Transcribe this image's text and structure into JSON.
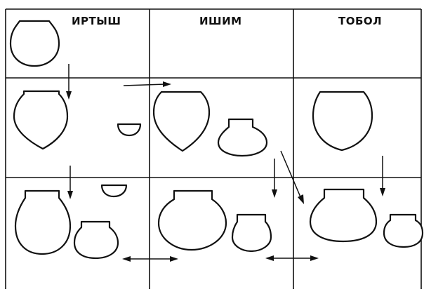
{
  "diagram": {
    "columns": [
      {
        "label": "ИРТЫШ"
      },
      {
        "label": "ИШИМ"
      },
      {
        "label": "ТОБОЛ"
      }
    ],
    "rows": 3,
    "colors": {
      "ink": "#111111",
      "background": "#ffffff"
    },
    "vessels": [
      {
        "column": 0,
        "row": 0,
        "shape": "globular-pot"
      },
      {
        "column": 0,
        "row": 1,
        "shape": "ovoid-pot"
      },
      {
        "column": 0,
        "row": 1,
        "shape": "small-bowl"
      },
      {
        "column": 0,
        "row": 2,
        "shape": "globular-pot"
      },
      {
        "column": 0,
        "row": 2,
        "shape": "small-bowl"
      },
      {
        "column": 0,
        "row": 2,
        "shape": "squat-pot"
      },
      {
        "column": 1,
        "row": 1,
        "shape": "ovoid-pot"
      },
      {
        "column": 1,
        "row": 1,
        "shape": "squat-pot"
      },
      {
        "column": 1,
        "row": 2,
        "shape": "wide-pot"
      },
      {
        "column": 1,
        "row": 2,
        "shape": "squat-pot"
      },
      {
        "column": 2,
        "row": 1,
        "shape": "ovoid-pot"
      },
      {
        "column": 2,
        "row": 2,
        "shape": "wide-pot"
      },
      {
        "column": 2,
        "row": 2,
        "shape": "squat-pot"
      }
    ],
    "arrows": [
      {
        "kind": "down",
        "column": 0,
        "from_row": 0,
        "to_row": 1
      },
      {
        "kind": "right",
        "column": 0,
        "row": 1
      },
      {
        "kind": "down",
        "column": 0,
        "from_row": 1,
        "to_row": 2
      },
      {
        "kind": "double-horizontal",
        "between": [
          "ИРТЫШ",
          "ИШИМ"
        ],
        "row": 2
      },
      {
        "kind": "down",
        "column": 1,
        "from_row": 1,
        "to_row": 2
      },
      {
        "kind": "diagonal",
        "from_column": 1,
        "to_column": 2,
        "from_row": 1,
        "to_row": 2
      },
      {
        "kind": "double-horizontal",
        "between": [
          "ИШИМ",
          "ТОБОЛ"
        ],
        "row": 2
      },
      {
        "kind": "down",
        "column": 2,
        "from_row": 1,
        "to_row": 2
      }
    ]
  }
}
